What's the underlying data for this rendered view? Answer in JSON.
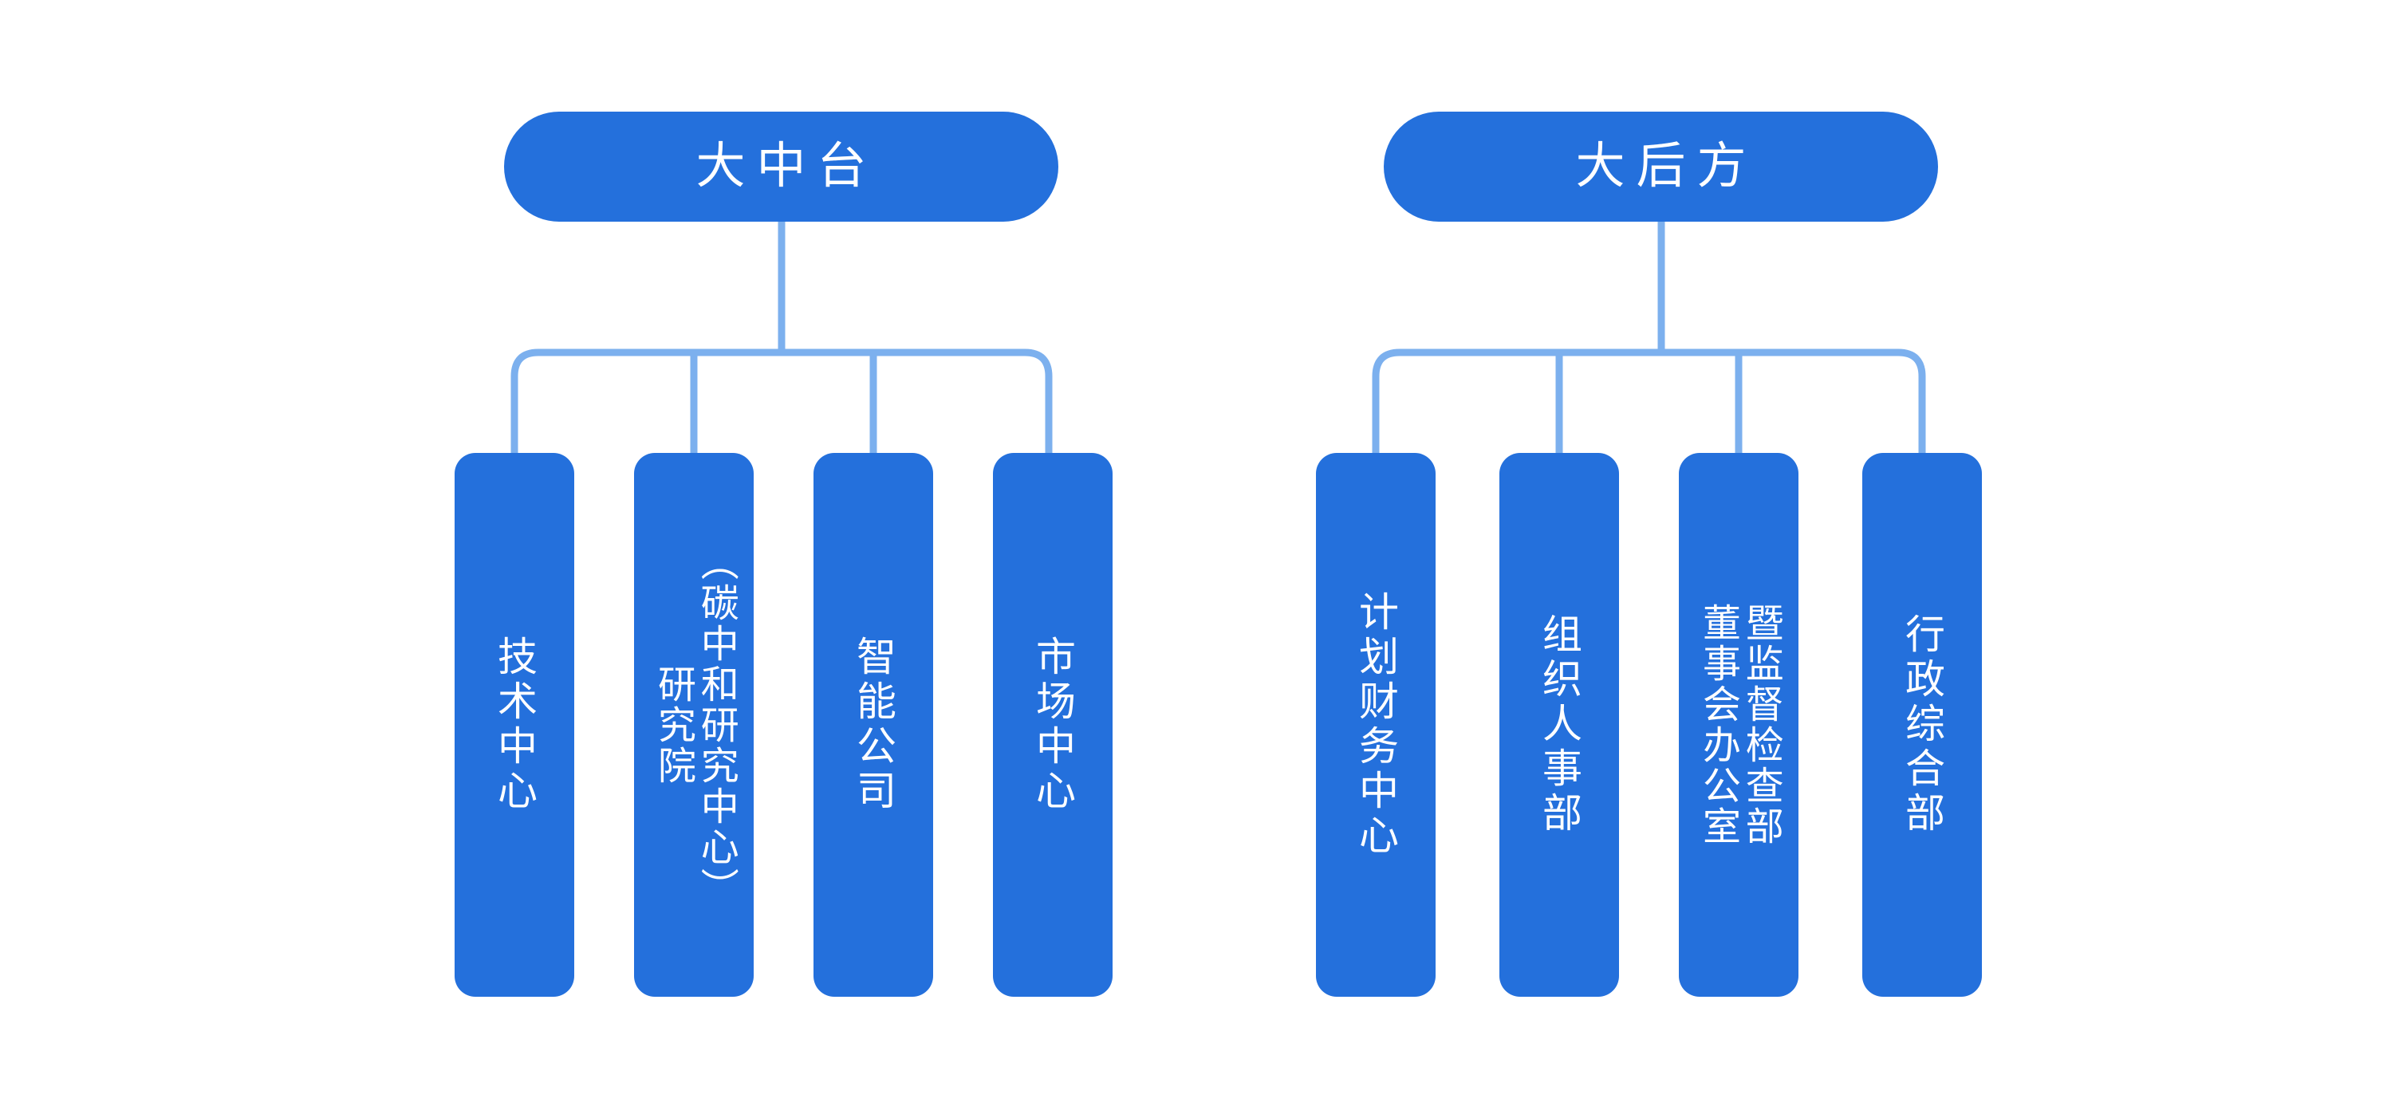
{
  "palette": {
    "brand_blue": "#2470DC",
    "connector_blue": "#7CB0EE",
    "text_on_brand": "#FFFFFF",
    "background": "#FFFFFF"
  },
  "diagram": {
    "type": "organization-chart",
    "orientation": "top-down",
    "text_direction": "vertical-right-to-left",
    "group_count": 2,
    "children_per_group": 4
  },
  "groups": [
    {
      "id": "zhong-tai",
      "header": "大中台",
      "children": [
        {
          "id": "tech-center",
          "lines": [
            "技术中心"
          ],
          "full": "技术中心"
        },
        {
          "id": "carbon-institute",
          "lines": [
            "（碳中和研究中心）",
            "研究院"
          ],
          "full": "研究院（碳中和研究中心）"
        },
        {
          "id": "smart-company",
          "lines": [
            "智能公司"
          ],
          "full": "智能公司"
        },
        {
          "id": "market-center",
          "lines": [
            "市场中心"
          ],
          "full": "市场中心"
        }
      ]
    },
    {
      "id": "hou-fang",
      "header": "大后方",
      "children": [
        {
          "id": "finance-center",
          "lines": [
            "计划财务中心"
          ],
          "full": "计划财务中心"
        },
        {
          "id": "hr-department",
          "lines": [
            "组织人事部"
          ],
          "full": "组织人事部"
        },
        {
          "id": "board-office",
          "lines": [
            "暨监督检查部",
            "董事会办公室"
          ],
          "full": "董事会办公室暨监督检查部"
        },
        {
          "id": "admin-department",
          "lines": [
            "行政综合部"
          ],
          "full": "行政综合部"
        }
      ]
    }
  ]
}
